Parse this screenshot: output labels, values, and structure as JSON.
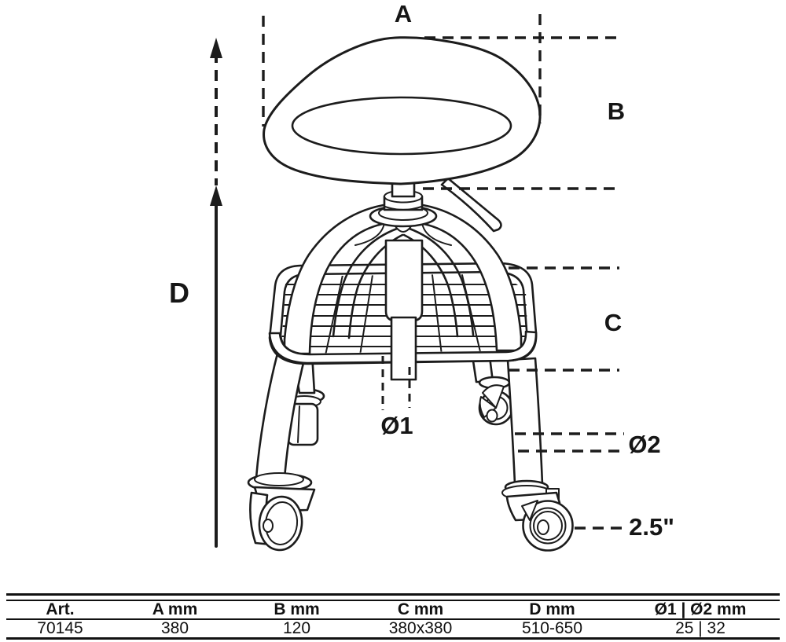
{
  "drawing": {
    "labels": {
      "a": "A",
      "b": "B",
      "c": "C",
      "d": "D",
      "dia1": "Ø1",
      "dia2": "Ø2",
      "caster_size": "2.5\""
    }
  },
  "table": {
    "headers": [
      "Art.",
      "A mm",
      "B mm",
      "C mm",
      "D mm",
      "Ø1 | Ø2 mm"
    ],
    "rows": [
      [
        "70145",
        "380",
        "120",
        "380x380",
        "510-650",
        "25 | 32"
      ]
    ]
  },
  "colors": {
    "line": "#1c1c1c",
    "background": "#ffffff"
  }
}
